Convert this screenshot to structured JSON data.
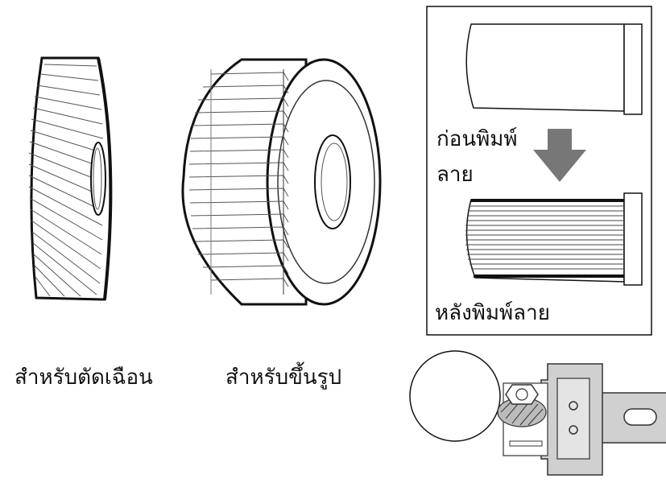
{
  "labels": {
    "cutting_wheel": "สำหรับตัดเฉือน",
    "forming_wheel": "สำหรับขึ้นรูป",
    "before_line1": "ก่อนพิมพ์",
    "before_line2": "ลาย",
    "after": "หลังพิมพ์ลาย"
  },
  "colors": {
    "line": "#111111",
    "arrow": "#777777",
    "tool_body": "#d0d0d0",
    "background": "#ffffff"
  }
}
